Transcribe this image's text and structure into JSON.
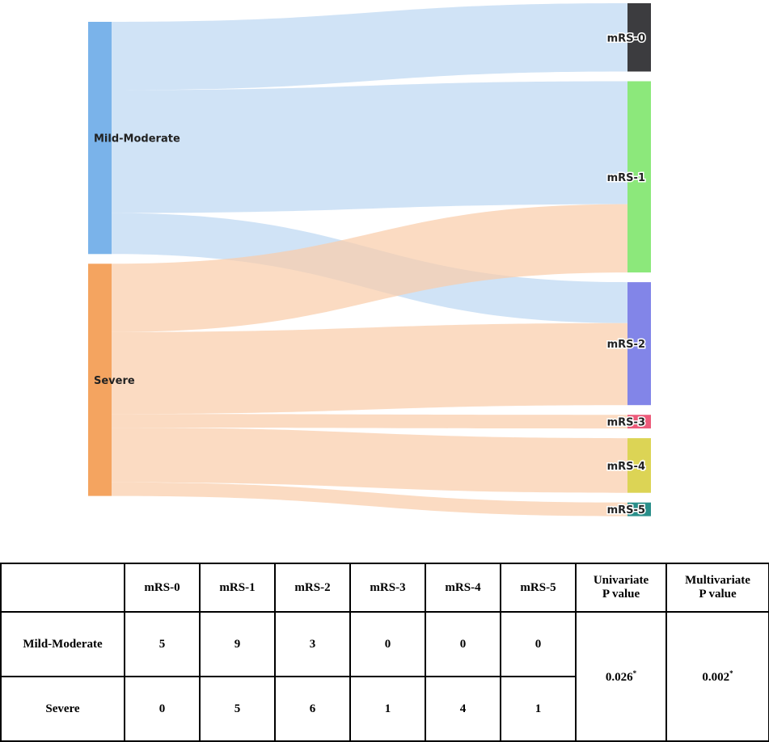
{
  "chart_data": [
    {
      "type": "sankey",
      "sources": [
        {
          "name": "Mild-Moderate",
          "color": "#7ab3ea",
          "link_color": "#bed8f3"
        },
        {
          "name": "Severe",
          "color": "#f4a460",
          "link_color": "#f9cdaa"
        }
      ],
      "targets": [
        {
          "name": "mRS-0",
          "color": "#3c3c3f"
        },
        {
          "name": "mRS-1",
          "color": "#8ce87b"
        },
        {
          "name": "mRS-2",
          "color": "#8285e8"
        },
        {
          "name": "mRS-3",
          "color": "#ec5b7a"
        },
        {
          "name": "mRS-4",
          "color": "#dcd455"
        },
        {
          "name": "mRS-5",
          "color": "#2a8f8a"
        }
      ],
      "links": [
        {
          "source": "Mild-Moderate",
          "target": "mRS-0",
          "value": 5
        },
        {
          "source": "Mild-Moderate",
          "target": "mRS-1",
          "value": 9
        },
        {
          "source": "Mild-Moderate",
          "target": "mRS-2",
          "value": 3
        },
        {
          "source": "Severe",
          "target": "mRS-1",
          "value": 5
        },
        {
          "source": "Severe",
          "target": "mRS-2",
          "value": 6
        },
        {
          "source": "Severe",
          "target": "mRS-3",
          "value": 1
        },
        {
          "source": "Severe",
          "target": "mRS-4",
          "value": 4
        },
        {
          "source": "Severe",
          "target": "mRS-5",
          "value": 1
        }
      ]
    },
    {
      "type": "table",
      "columns": [
        "",
        "mRS-0",
        "mRS-1",
        "mRS-2",
        "mRS-3",
        "mRS-4",
        "mRS-5",
        "Univariate P value",
        "Multivariate P value"
      ],
      "rows": [
        {
          "group": "Mild-Moderate",
          "values": [
            5,
            9,
            3,
            0,
            0,
            0
          ]
        },
        {
          "group": "Severe",
          "values": [
            0,
            5,
            6,
            1,
            4,
            1
          ]
        }
      ],
      "univariate_p": "0.026",
      "multivariate_p": "0.002",
      "significance_mark": "*"
    }
  ],
  "table": {
    "headers": [
      "mRS-0",
      "mRS-1",
      "mRS-2",
      "mRS-3",
      "mRS-4",
      "mRS-5"
    ],
    "univariate_label": [
      "Univariate",
      "P value"
    ],
    "multivariate_label": [
      "Multivariate",
      "P value"
    ],
    "rows": [
      {
        "group": "Mild-Moderate",
        "cells": [
          "5",
          "9",
          "3",
          "0",
          "0",
          "0"
        ]
      },
      {
        "group": "Severe",
        "cells": [
          "0",
          "5",
          "6",
          "1",
          "4",
          "1"
        ]
      }
    ],
    "univariate_p": "0.026",
    "multivariate_p": "0.002",
    "star": "*"
  }
}
